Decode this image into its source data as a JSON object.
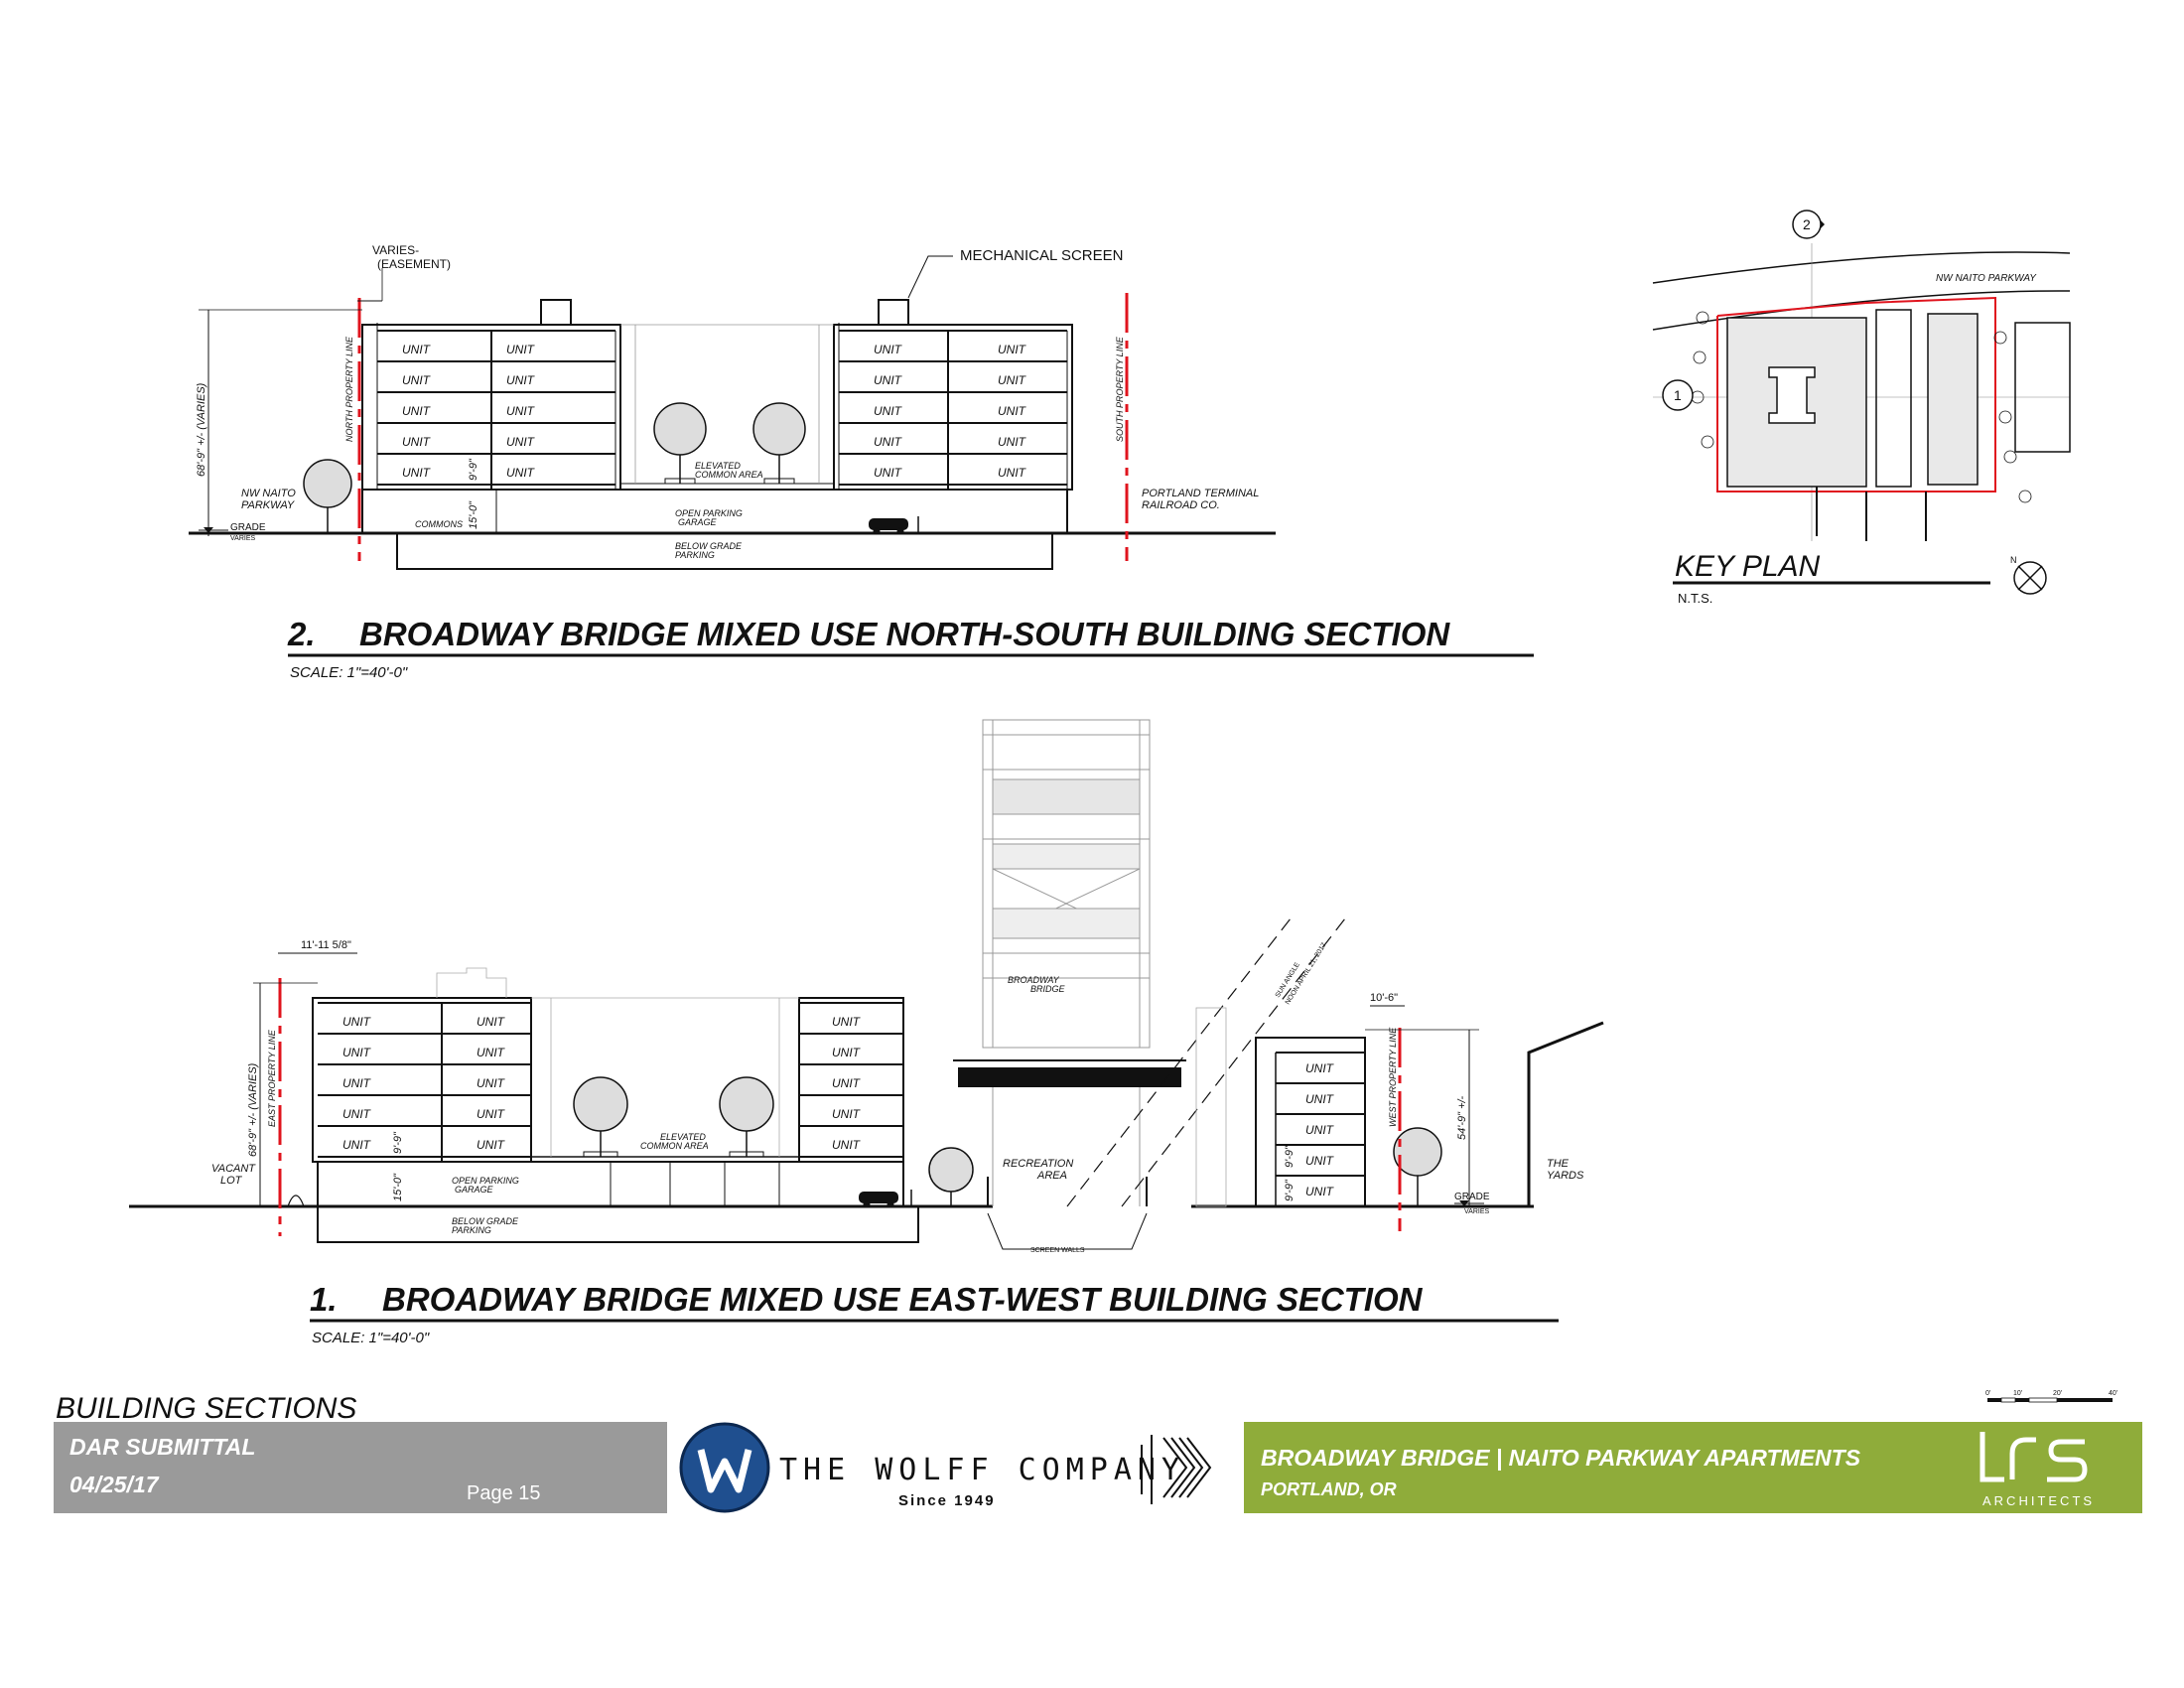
{
  "section_2": {
    "title_number": "2.",
    "title": "BROADWAY BRIDGE MIXED USE NORTH-SOUTH BUILDING SECTION",
    "scale": "SCALE:  1\"=40'-0\"",
    "unit_label": "UNIT",
    "labels": {
      "varies": "VARIES-",
      "easement": "(EASEMENT)",
      "mechanical_screen": "MECHANICAL SCREEN",
      "height_dim": "68'-9\" +/- (VARIES)",
      "north_property_line": "NORTH PROPERTY LINE",
      "south_property_line": "SOUTH PROPERTY LINE",
      "nw_naito_1": "NW NAITO",
      "nw_naito_2": "PARKWAY",
      "grade": "GRADE",
      "grade_varies": "VARIES",
      "commons": "COMMONS",
      "dim_15": "15'-0\"",
      "dim_9": "9'-9\"",
      "elevated_1": "ELEVATED",
      "elevated_2": "COMMON AREA",
      "open_parking_1": "OPEN PARKING",
      "open_parking_2": "GARAGE",
      "below_grade_1": "BELOW GRADE",
      "below_grade_2": "PARKING",
      "railroad_1": "PORTLAND TERMINAL",
      "railroad_2": "RAILROAD CO."
    }
  },
  "section_1": {
    "title_number": "1.",
    "title": "BROADWAY BRIDGE MIXED USE EAST-WEST  BUILDING SECTION",
    "scale": "SCALE:  1\"=40'-0\"",
    "unit_label": "UNIT",
    "labels": {
      "dim_top": "11'-11 5/8\"",
      "height_dim": "68'-9\" +/- (VARIES)",
      "east_property_line": "EAST PROPERTY LINE",
      "vacant_1": "VACANT",
      "vacant_2": "LOT",
      "dim_15": "15'-0\"",
      "dim_9": "9'-9\"",
      "open_parking_1": "OPEN PARKING",
      "open_parking_2": "GARAGE",
      "below_grade_1": "BELOW GRADE",
      "below_grade_2": "PARKING",
      "elevated_1": "ELEVATED",
      "elevated_2": "COMMON AREA",
      "bridge_1": "BROADWAY",
      "bridge_2": "BRIDGE",
      "recreation_1": "RECREATION",
      "recreation_2": "AREA",
      "screen_walls": "SCREEN WALLS",
      "sun_angle_1": "SUN ANGLE",
      "sun_angle_2": "NOON APRIL 21, 2017",
      "dim_10_6": "10'-6\"",
      "dim_54": "54'-9\" +/-",
      "west_property_line": "WEST PROPERTY LINE",
      "grade": "GRADE",
      "grade_varies": "VARIES",
      "yards_1": "THE",
      "yards_2": "YARDS"
    }
  },
  "key_plan": {
    "title": "KEY PLAN",
    "nts": "N.T.S.",
    "marker_1": "1",
    "marker_2": "2",
    "street": "NW NAITO PARKWAY",
    "north": "N"
  },
  "footer": {
    "sheet_title": "BUILDING SECTIONS",
    "submittal": "DAR SUBMITTAL",
    "date": "04/25/17",
    "page": "Page 15",
    "developer": "THE WOLFF COMPANY",
    "developer_since": "Since 1949",
    "project": "BROADWAY BRIDGE | NAITO PARKWAY APARTMENTS",
    "location": "PORTLAND, OR",
    "architect_mark": "LRS",
    "architect_sub": "ARCHITECTS",
    "graphic_scale": [
      "0'",
      "10'",
      "20'",
      "40'"
    ]
  },
  "colors": {
    "property_line": "#e0141e",
    "footer_grey": "#9a9a9a",
    "footer_green": "#8fac3a",
    "logo_blue": "#1f4f8f"
  }
}
